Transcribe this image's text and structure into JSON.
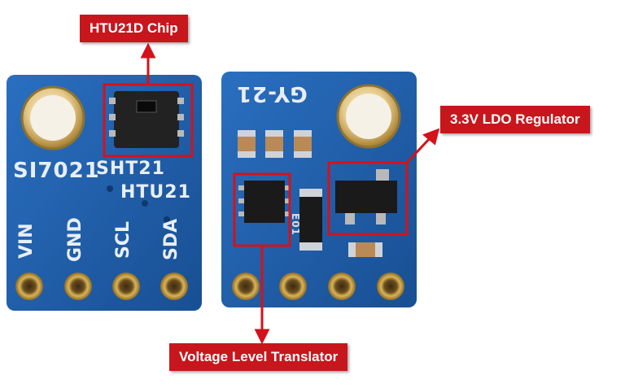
{
  "callouts": {
    "chip": "HTU21D Chip",
    "regulator": "3.3V LDO Regulator",
    "translator": "Voltage Level Translator"
  },
  "left_board": {
    "silkscreen": {
      "model_a": "SI7021",
      "model_b": "SHT21",
      "model_c": "HTU21"
    },
    "pins": [
      "VIN",
      "GND",
      "SCL",
      "SDA"
    ]
  },
  "right_board": {
    "silkscreen": {
      "name": "GY-21"
    },
    "resistor_code": "E01"
  },
  "colors": {
    "pcb": "#1f5fa8",
    "callout_bg": "#c8161d",
    "highlight_box": "#d4121a",
    "gold": "#c9a24a"
  }
}
